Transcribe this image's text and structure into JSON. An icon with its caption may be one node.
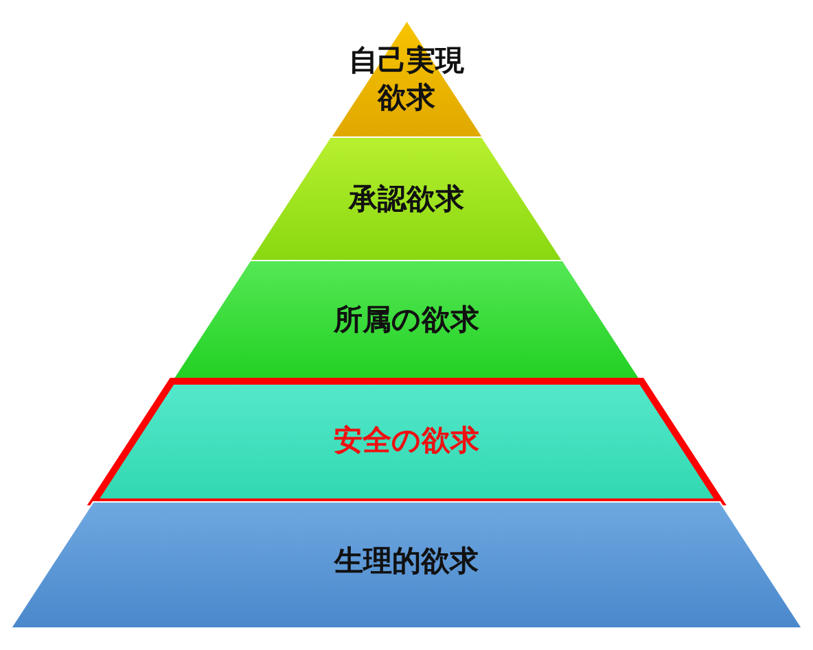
{
  "diagram": {
    "nodes": [
      {
        "text": [
          "自己実現欲求"
        ]
      },
      {
        "text": [
          "承認欲求"
        ]
      },
      {
        "text": [
          "所属の欲求"
        ]
      },
      {
        "text": [
          "安全の欲求"
        ]
      },
      {
        "text": [
          "生理的欲求"
        ]
      }
    ]
  }
}
